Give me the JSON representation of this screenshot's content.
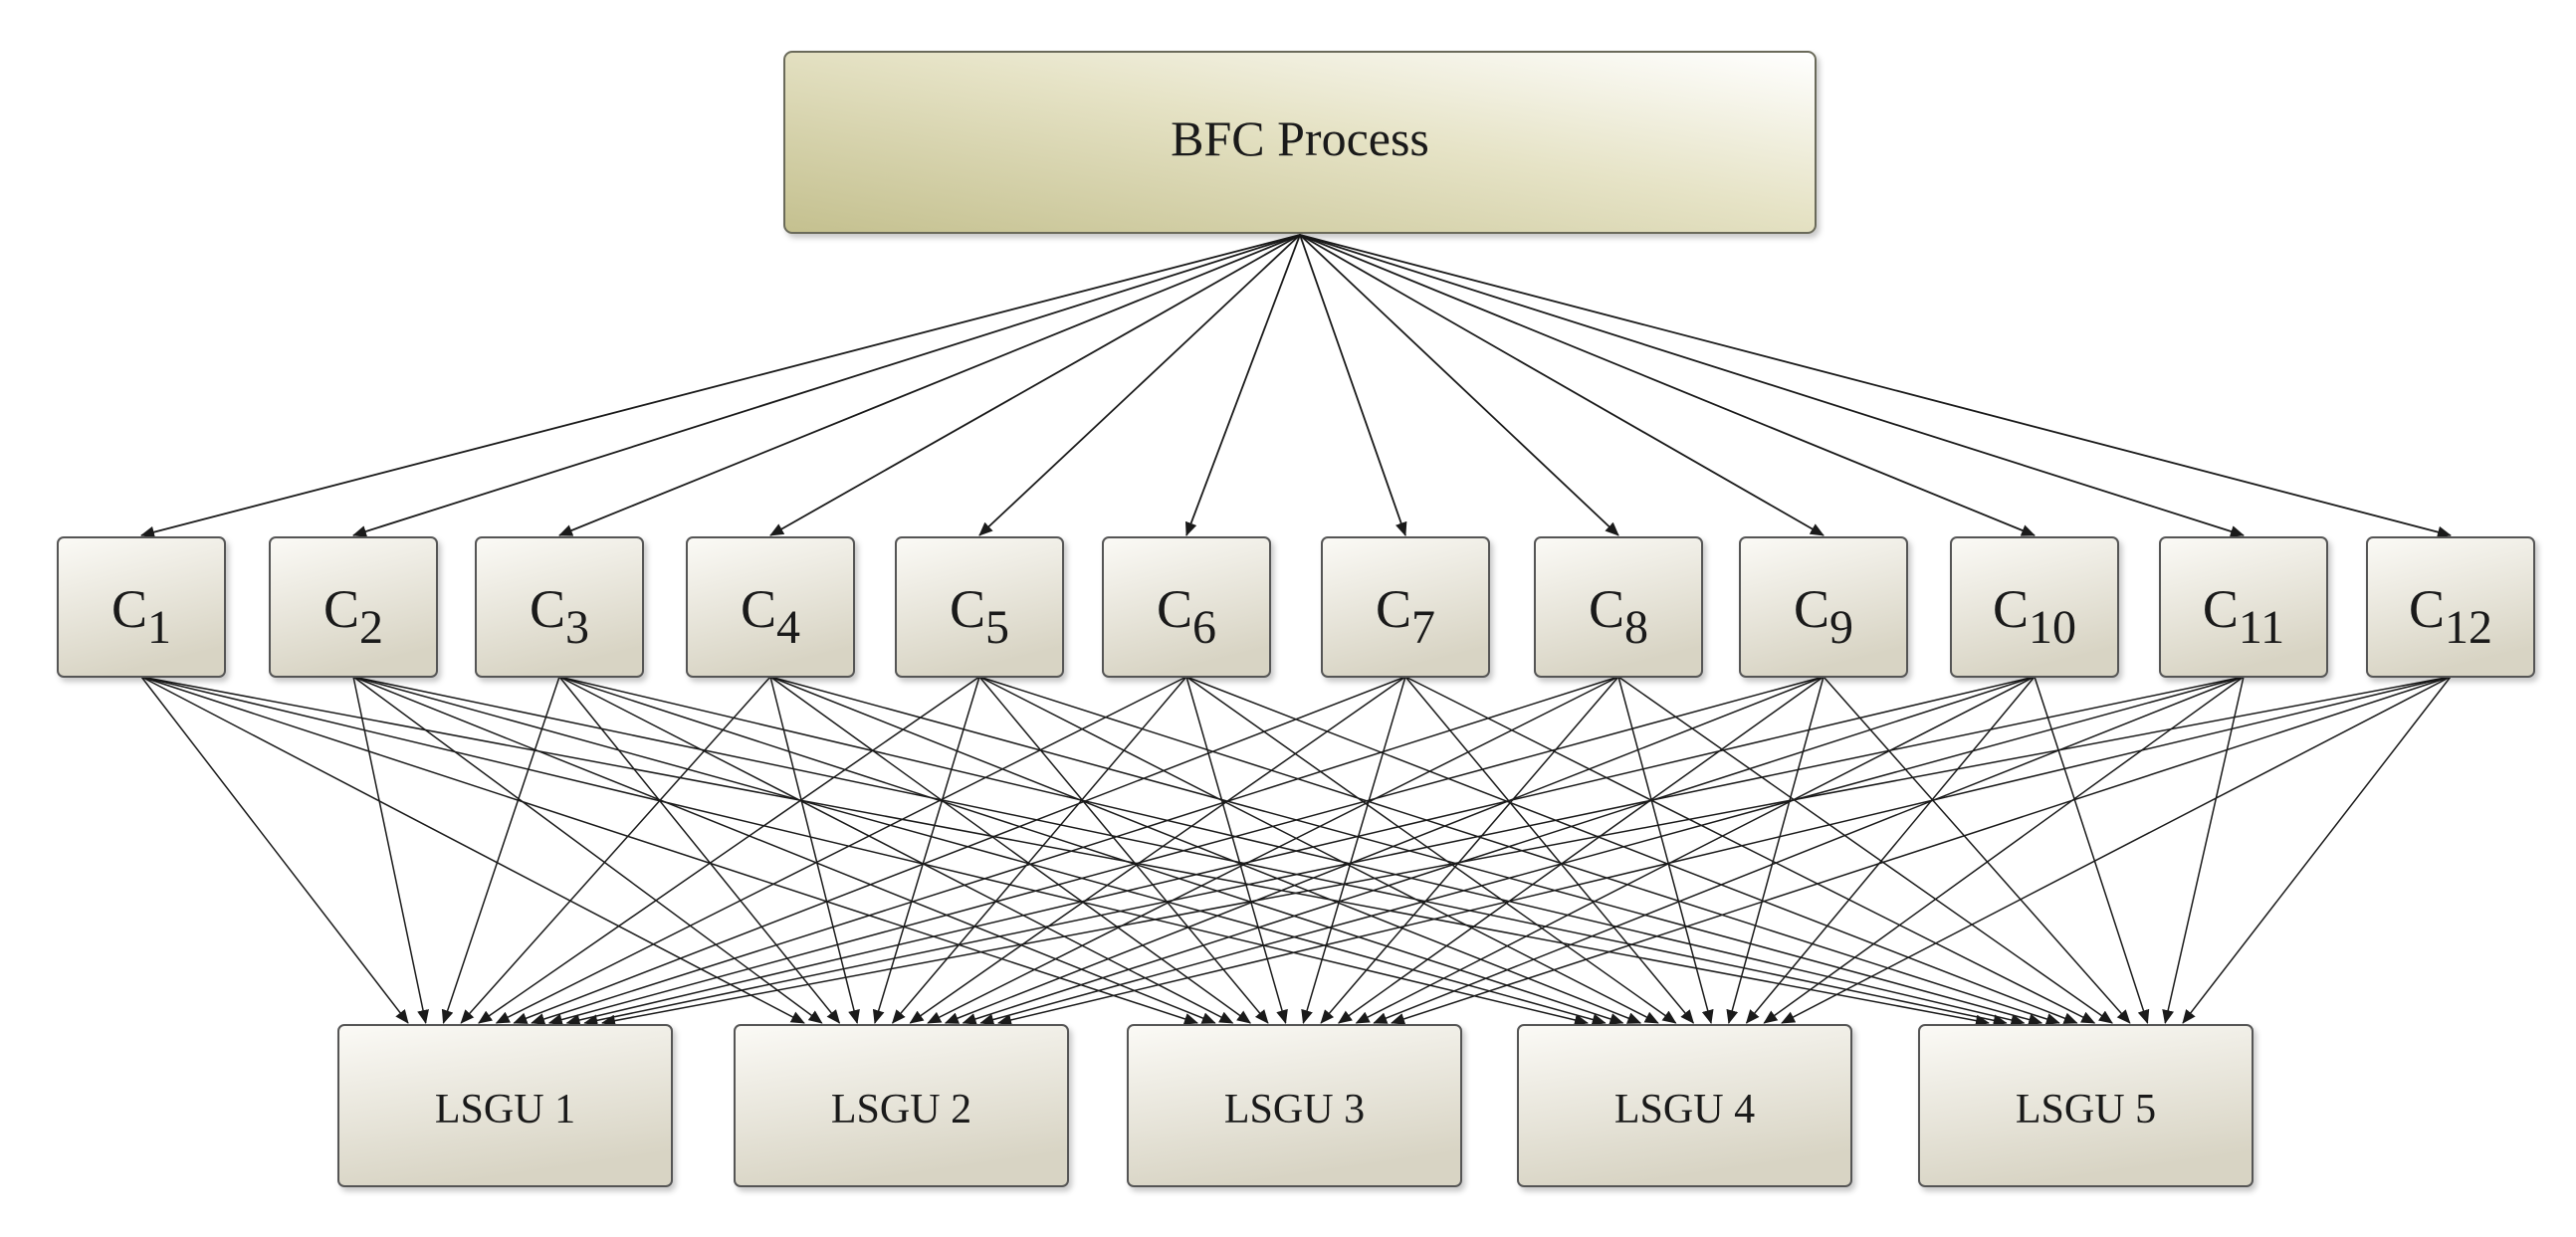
{
  "root": {
    "label": "BFC Process"
  },
  "criteria": [
    {
      "base": "C",
      "sub": "1"
    },
    {
      "base": "C",
      "sub": "2"
    },
    {
      "base": "C",
      "sub": "3"
    },
    {
      "base": "C",
      "sub": "4"
    },
    {
      "base": "C",
      "sub": "5"
    },
    {
      "base": "C",
      "sub": "6"
    },
    {
      "base": "C",
      "sub": "7"
    },
    {
      "base": "C",
      "sub": "8"
    },
    {
      "base": "C",
      "sub": "9"
    },
    {
      "base": "C",
      "sub": "10"
    },
    {
      "base": "C",
      "sub": "11"
    },
    {
      "base": "C",
      "sub": "12"
    }
  ],
  "alternatives": [
    {
      "label": "LSGU 1"
    },
    {
      "label": "LSGU 2"
    },
    {
      "label": "LSGU 3"
    },
    {
      "label": "LSGU 4"
    },
    {
      "label": "LSGU 5"
    }
  ],
  "colors": {
    "root_fill_start": "#c9c69a",
    "root_fill_end": "#ffffff",
    "box_fill_start": "#ffffff",
    "box_fill_end": "#ddd9cc",
    "box_stroke": "#555555",
    "arrow": "#1a1a1a"
  }
}
